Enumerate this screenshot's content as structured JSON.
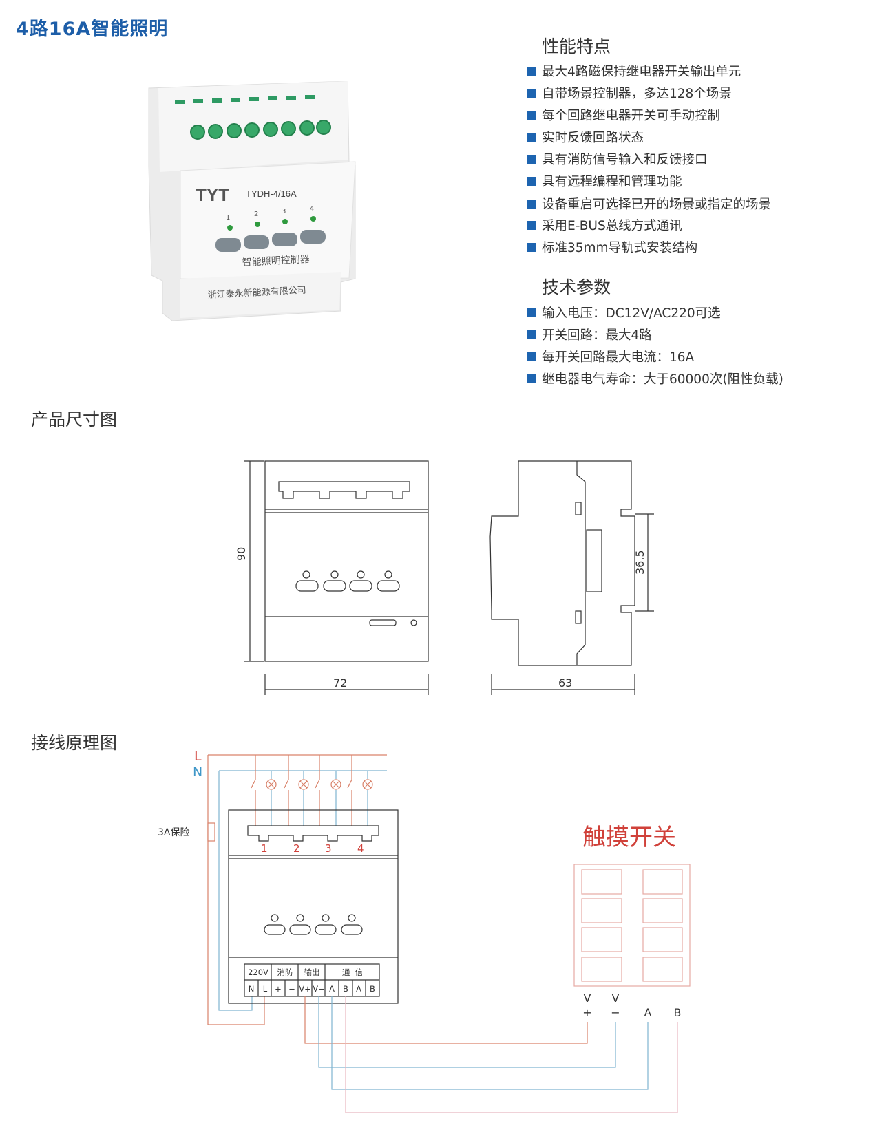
{
  "title": "4路16A智能照明",
  "product_photo": {
    "brand": "TYT",
    "model": "TYDH-4/16A",
    "channels": [
      "1",
      "2",
      "3",
      "4"
    ],
    "product_name": "智能照明控制器",
    "company": "浙江泰永新能源有限公司"
  },
  "features": {
    "heading": "性能特点",
    "items": [
      "最大4路磁保持继电器开关输出单元",
      "自带场景控制器，多达128个场景",
      "每个回路继电器开关可手动控制",
      "实时反馈回路状态",
      "具有消防信号输入和反馈接口",
      "具有远程编程和管理功能",
      "设备重启可选择已开的场景或指定的场景",
      "采用E-BUS总线方式通讯",
      "标准35mm导轨式安装结构"
    ]
  },
  "specs": {
    "heading": "技术参数",
    "items": [
      "输入电压：DC12V/AC220可选",
      "开关回路：最大4路",
      "每开关回路最大电流：16A",
      "继电器电气寿命：大于60000次(阻性负载)"
    ]
  },
  "dimensions": {
    "heading": "产品尺寸图",
    "height": "90",
    "width": "72",
    "depth": "63",
    "rail": "36.5"
  },
  "wiring": {
    "heading": "接线原理图",
    "line_L": "L",
    "line_N": "N",
    "fuse": "3A保险",
    "channels": [
      "1",
      "2",
      "3",
      "4"
    ],
    "terminal_groups": [
      "220V",
      "消防",
      "输出",
      "通  信"
    ],
    "terminals": [
      "N",
      "L",
      "+",
      "−",
      "V+",
      "V−",
      "A",
      "B",
      "A",
      "B"
    ],
    "touch_switch": "触摸开关",
    "switch_terminals": [
      [
        "V",
        "+"
      ],
      [
        "V",
        "−"
      ],
      [
        "A",
        ""
      ],
      [
        "B",
        ""
      ]
    ],
    "colors": {
      "L": "#d9826a",
      "N": "#7fb4d0",
      "pink": "#e8b7c0",
      "accent": "#1d64b0"
    }
  }
}
